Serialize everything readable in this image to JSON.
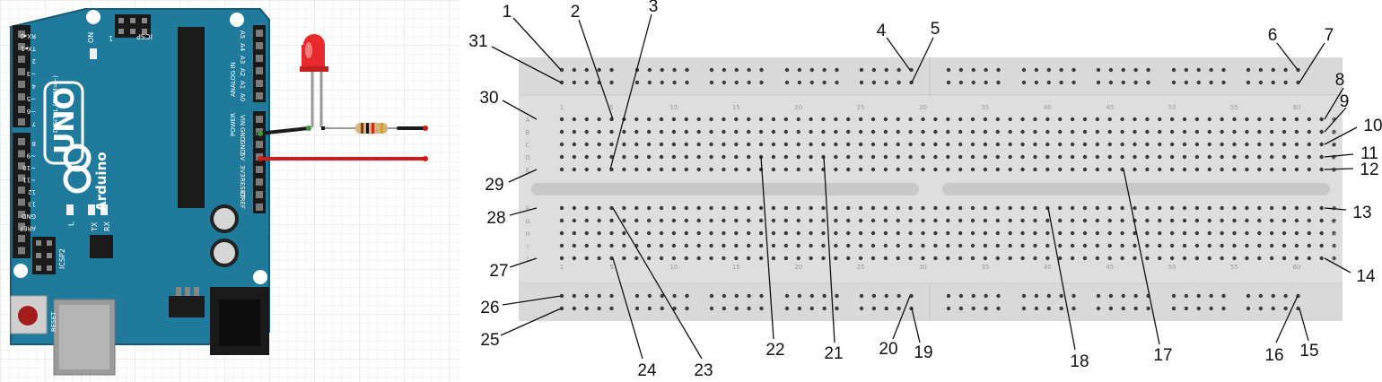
{
  "arduino": {
    "board_logo": "UNO",
    "board_name": "Arduino",
    "trademark": "™",
    "digital_header_caption": "DIGITAL (PWM=~)",
    "analog_header_caption": "ANALOG IN",
    "power_header_caption": "POWER",
    "icsp_label": "ICSP",
    "icsp2_label": "ICSP2",
    "on_label": "ON",
    "l_label": "L",
    "tx_label": "TX",
    "rx_label": "RX",
    "reset_label": "RESET",
    "one_label": "1",
    "digital_pins": [
      "RX◂0",
      "TX▸1",
      "2",
      "~3",
      "4",
      "~5",
      "~6",
      "7",
      "8",
      "~9",
      "~10",
      "~11",
      "12",
      "13",
      "GND",
      "AREF"
    ],
    "analog_pins": [
      "A5",
      "A4",
      "A3",
      "A2",
      "A1",
      "A0"
    ],
    "power_pins": [
      "VIN",
      "GND",
      "GND",
      "5V",
      "3V3",
      "RESET",
      "IOREF"
    ]
  },
  "breadboard": {
    "column_numbers": [
      "1",
      "5",
      "10",
      "15",
      "20",
      "25",
      "30",
      "35",
      "40",
      "45",
      "50",
      "55",
      "60"
    ],
    "rows_top": [
      "A",
      "B",
      "C",
      "D",
      "E"
    ],
    "rows_bottom": [
      "F",
      "G",
      "H",
      "I",
      "J"
    ]
  },
  "callouts": [
    "1",
    "2",
    "3",
    "4",
    "5",
    "6",
    "7",
    "8",
    "9",
    "10",
    "11",
    "12",
    "13",
    "14",
    "15",
    "16",
    "17",
    "18",
    "19",
    "20",
    "21",
    "22",
    "23",
    "24",
    "25",
    "26",
    "27",
    "28",
    "29",
    "30",
    "31"
  ],
  "colors": {
    "board": "#1f7a9c",
    "board_dark": "#155e78",
    "breadboard": "#dedede",
    "breadboard_hole": "#3a3a3a",
    "wire_black": "#1a1a1a",
    "wire_red": "#d11a1a",
    "led": "#e8292b",
    "grid": "#e7e7e7"
  }
}
